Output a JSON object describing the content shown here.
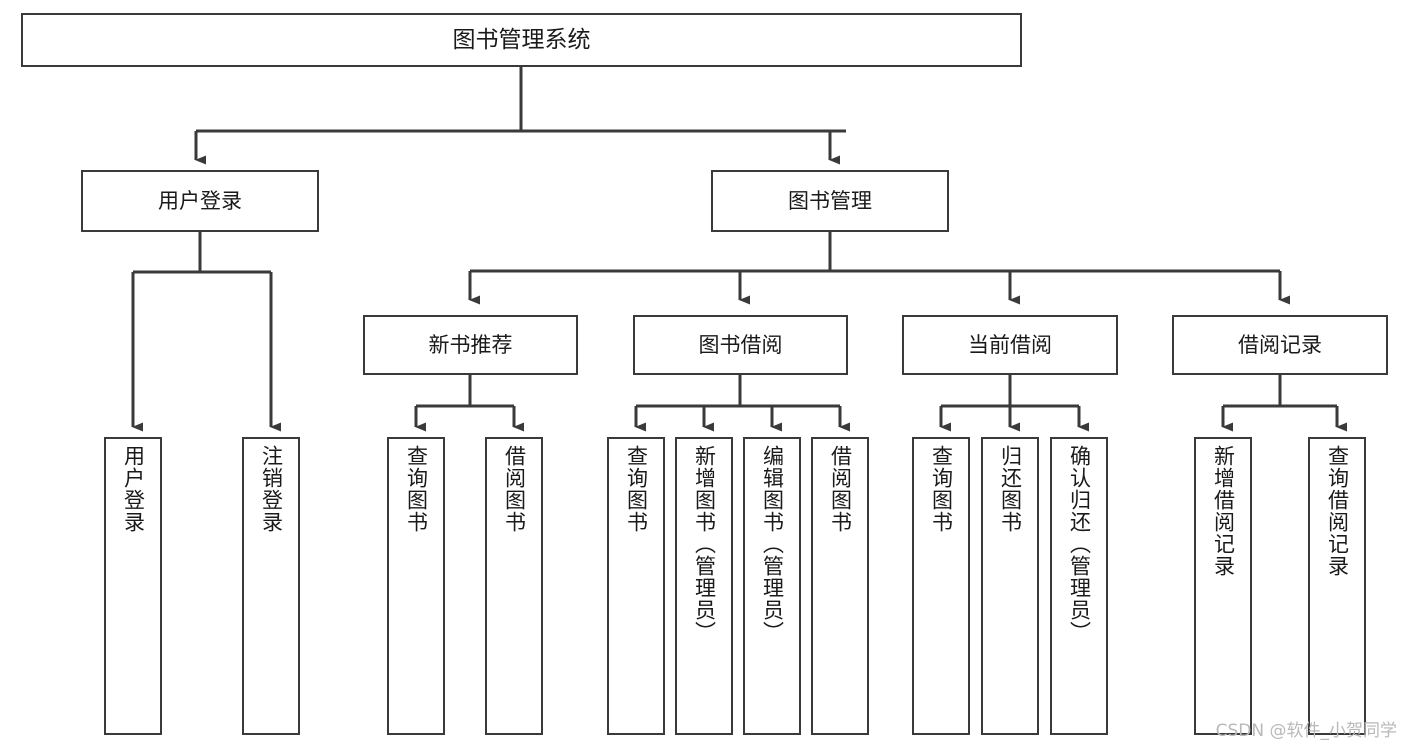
{
  "diagram": {
    "title": "图书管理系统",
    "type": "functional-structure-tree",
    "watermark": "CSDN @软件_小贺同学",
    "colors": {
      "box_border": "#3a3a3a",
      "box_fill": "#ffffff",
      "connector": "#3a3a3a",
      "text": "#1a1a1a",
      "watermark": "#b9b9b9",
      "background": "#ffffff"
    },
    "nodes": {
      "root": {
        "label": "图书管理系统"
      },
      "level2": [
        {
          "label": "用户登录"
        },
        {
          "label": "图书管理"
        }
      ],
      "level3": [
        {
          "label": "新书推荐"
        },
        {
          "label": "图书借阅"
        },
        {
          "label": "当前借阅"
        },
        {
          "label": "借阅记录"
        }
      ],
      "leaves": {
        "user_login": [
          {
            "label": "用户登录"
          },
          {
            "label": "注销登录"
          }
        ],
        "new_book_recommend": [
          {
            "label": "查询图书"
          },
          {
            "label": "借阅图书"
          }
        ],
        "book_borrow": [
          {
            "label": "查询图书"
          },
          {
            "label": "新增图书（管理员）"
          },
          {
            "label": "编辑图书（管理员）"
          },
          {
            "label": "借阅图书"
          }
        ],
        "current_borrow": [
          {
            "label": "查询图书"
          },
          {
            "label": "归还图书"
          },
          {
            "label": "确认归还（管理员）"
          }
        ],
        "borrow_record": [
          {
            "label": "新增借阅记录"
          },
          {
            "label": "查询借阅记录"
          }
        ]
      }
    }
  }
}
